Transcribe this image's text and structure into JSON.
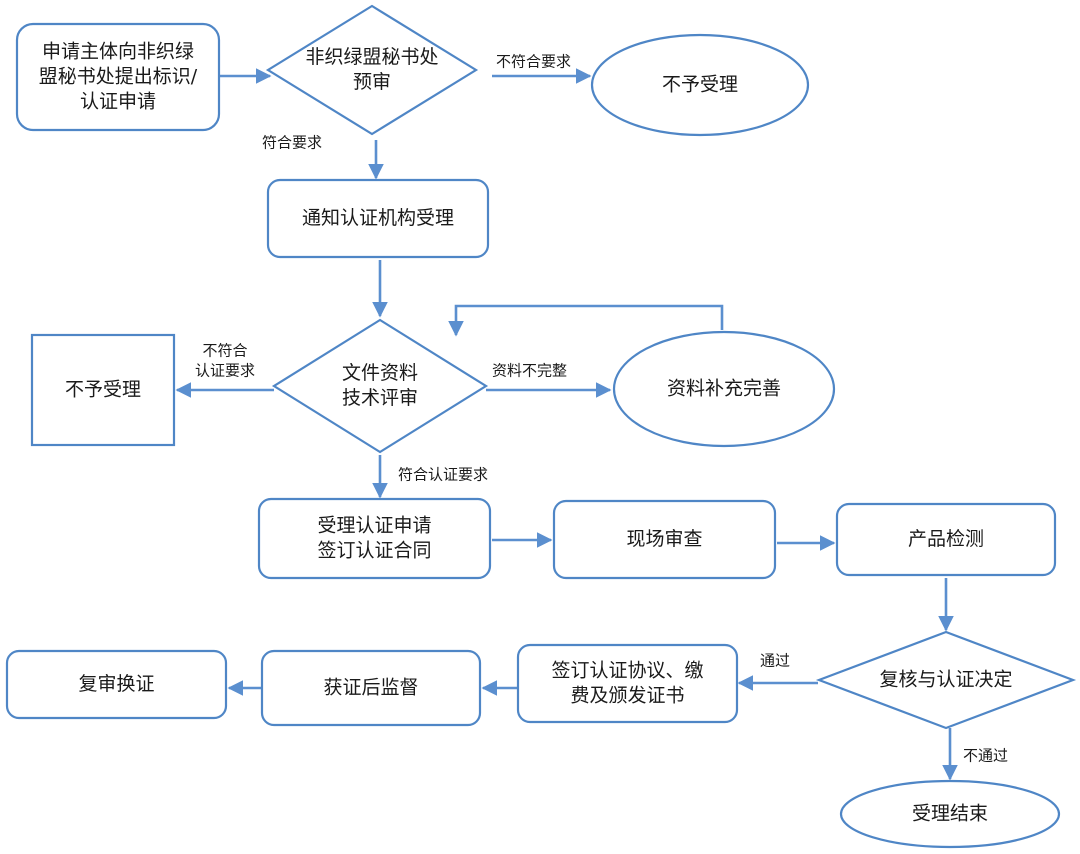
{
  "diagram": {
    "nodes": {
      "apply": {
        "lines": [
          "申请主体向非织绿",
          "盟秘书处提出标识/",
          "认证申请"
        ]
      },
      "pre_review": {
        "lines": [
          "非织绿盟秘书处",
          "预审"
        ]
      },
      "reject_1": {
        "lines": [
          "不予受理"
        ]
      },
      "notify": {
        "lines": [
          "通知认证机构受理"
        ]
      },
      "doc_review": {
        "lines": [
          "文件资料",
          "技术评审"
        ]
      },
      "reject_2": {
        "lines": [
          "不予受理"
        ]
      },
      "supplement": {
        "lines": [
          "资料补充完善"
        ]
      },
      "accept": {
        "lines": [
          "受理认证申请",
          "签订认证合同"
        ]
      },
      "onsite": {
        "lines": [
          "现场审查"
        ]
      },
      "testing": {
        "lines": [
          "产品检测"
        ]
      },
      "decision": {
        "lines": [
          "复核与认证决定"
        ]
      },
      "sign": {
        "lines": [
          "签订认证协议、缴",
          "费及颁发证书"
        ]
      },
      "supervise": {
        "lines": [
          "获证后监督"
        ]
      },
      "renew": {
        "lines": [
          "复审换证"
        ]
      },
      "end": {
        "lines": [
          "受理结束"
        ]
      }
    },
    "edge_labels": {
      "pre_fail": [
        "不符合要求"
      ],
      "pre_pass": [
        "符合要求"
      ],
      "doc_fail": [
        "不符合",
        "认证要求"
      ],
      "doc_incomplete": [
        "资料不完整"
      ],
      "doc_pass": [
        "符合认证要求"
      ],
      "pass": [
        "通过"
      ],
      "fail": [
        "不通过"
      ]
    }
  }
}
